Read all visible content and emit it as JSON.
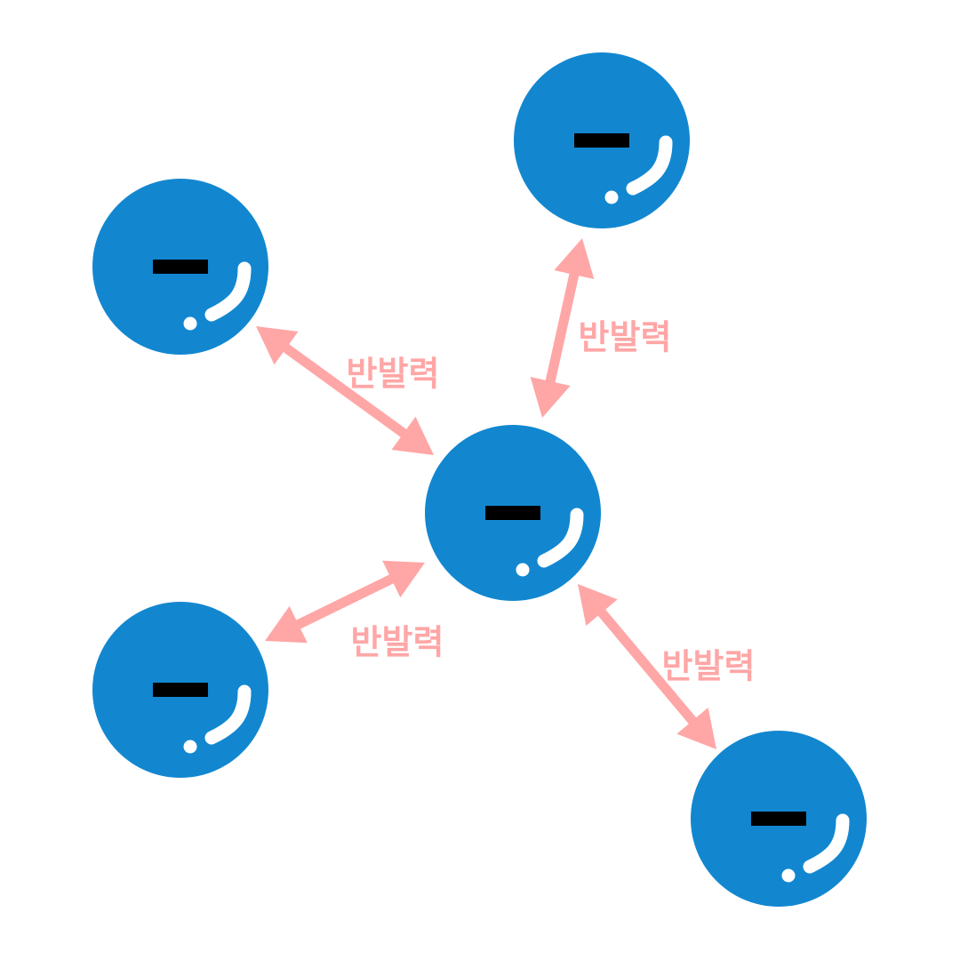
{
  "colors": {
    "background": "#ffffff",
    "particle_fill": "#1287d0",
    "minus_sign": "#000000",
    "highlight": "#ffffff",
    "arrow": "#ffa6a6",
    "label": "#ffa6a6"
  },
  "particles": [
    {
      "id": "center",
      "charge": "−"
    },
    {
      "id": "top-left",
      "charge": "−"
    },
    {
      "id": "top-right",
      "charge": "−"
    },
    {
      "id": "bottom-left",
      "charge": "−"
    },
    {
      "id": "bottom-right",
      "charge": "−"
    }
  ],
  "forces": [
    {
      "between": [
        "center",
        "top-left"
      ],
      "label": "반발력"
    },
    {
      "between": [
        "center",
        "top-right"
      ],
      "label": "반발력"
    },
    {
      "between": [
        "center",
        "bottom-left"
      ],
      "label": "반발력"
    },
    {
      "between": [
        "center",
        "bottom-right"
      ],
      "label": "반발력"
    }
  ]
}
